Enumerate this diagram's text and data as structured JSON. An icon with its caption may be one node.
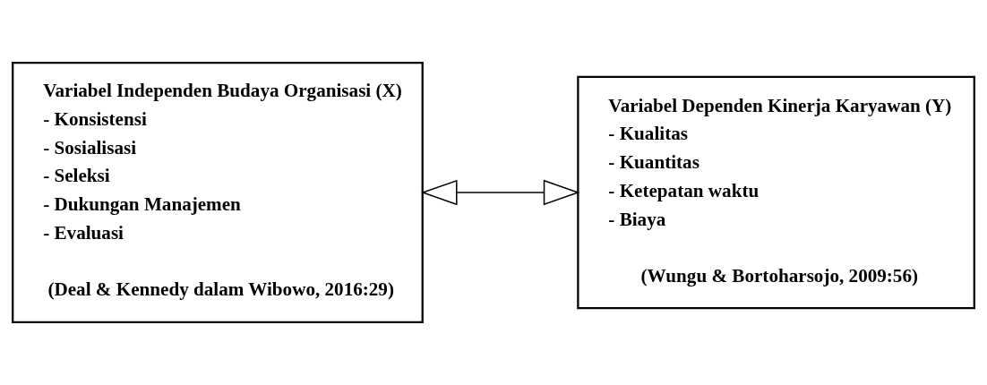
{
  "diagram": {
    "nodes": [
      {
        "text": [
          "Variabel Independen Budaya Organisasi (X)",
          "- Konsistensi",
          "- Sosialisasi",
          "- Seleksi",
          "- Dukungan Manajemen",
          "- Evaluasi",
          "(Deal & Kennedy dalam Wibowo, 2016:29)"
        ]
      },
      {
        "text": [
          "Variabel Dependen Kinerja Karyawan (Y)",
          "- Kualitas",
          "- Kuantitas",
          "- Ketepatan waktu",
          "- Biaya",
          "(Wungu & Bortoharsojo, 2009:56)"
        ]
      }
    ],
    "edges": [
      {
        "from": 0,
        "to": 1,
        "arrow": "both"
      }
    ]
  }
}
